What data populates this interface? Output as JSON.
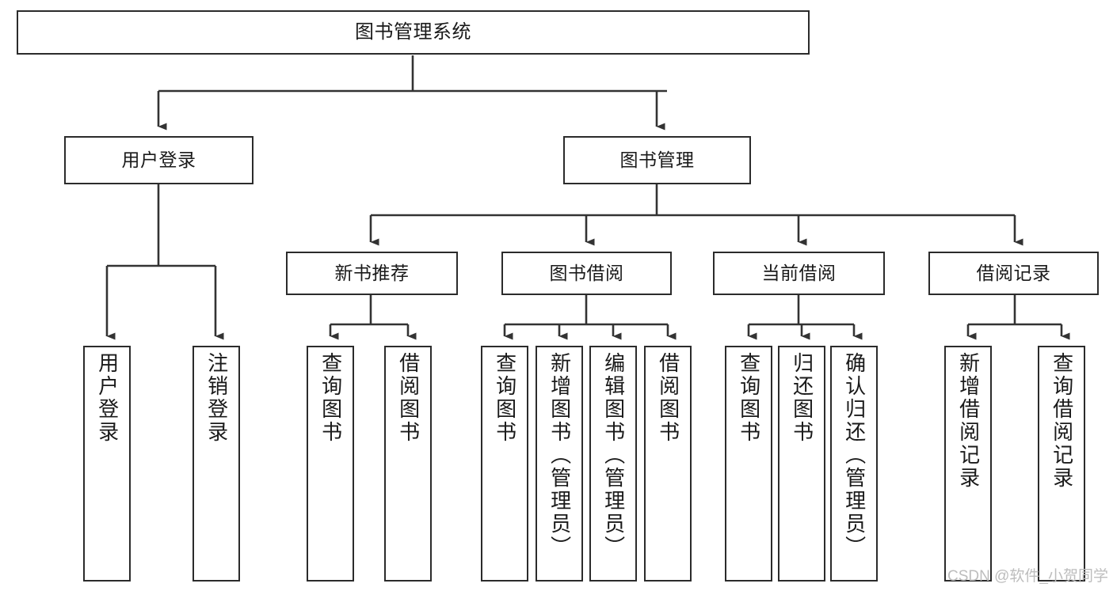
{
  "diagram": {
    "title": "图书管理系统",
    "type": "tree-structure-chart",
    "watermark": "CSDN @软件_小贺同学",
    "colors": {
      "box_border": "#2b2b2b",
      "box_fill": "#ffffff",
      "connector": "#333333",
      "text": "#1a1a1a",
      "watermark": "#bdbdbd",
      "background": "#ffffff"
    },
    "nodes": {
      "root": {
        "label": "图书管理系统"
      },
      "level2": [
        {
          "id": "user-login",
          "label": "用户登录"
        },
        {
          "id": "book-management",
          "label": "图书管理"
        }
      ],
      "level3": [
        {
          "id": "new-book-recommend",
          "label": "新书推荐"
        },
        {
          "id": "book-borrow",
          "label": "图书借阅"
        },
        {
          "id": "current-borrow",
          "label": "当前借阅"
        },
        {
          "id": "borrow-record",
          "label": "借阅记录"
        }
      ],
      "leaves": {
        "user_login": [
          {
            "id": "user-login-leaf",
            "label": "用户登录"
          },
          {
            "id": "user-logout-leaf",
            "label": "注销登录"
          }
        ],
        "new_book_recommend": [
          {
            "id": "query-book-1",
            "label": "查询图书"
          },
          {
            "id": "borrow-book-1",
            "label": "借阅图书"
          }
        ],
        "book_borrow": [
          {
            "id": "query-book-2",
            "label": "查询图书"
          },
          {
            "id": "add-book",
            "label": "新增图书（管理员）"
          },
          {
            "id": "edit-book",
            "label": "编辑图书（管理员）"
          },
          {
            "id": "borrow-book-2",
            "label": "借阅图书"
          }
        ],
        "current_borrow": [
          {
            "id": "query-book-3",
            "label": "查询图书"
          },
          {
            "id": "return-book",
            "label": "归还图书"
          },
          {
            "id": "confirm-return",
            "label": "确认归还（管理员）"
          }
        ],
        "borrow_record": [
          {
            "id": "add-borrow-record",
            "label": "新增借阅记录"
          },
          {
            "id": "query-borrow-record",
            "label": "查询借阅记录"
          }
        ]
      }
    }
  }
}
